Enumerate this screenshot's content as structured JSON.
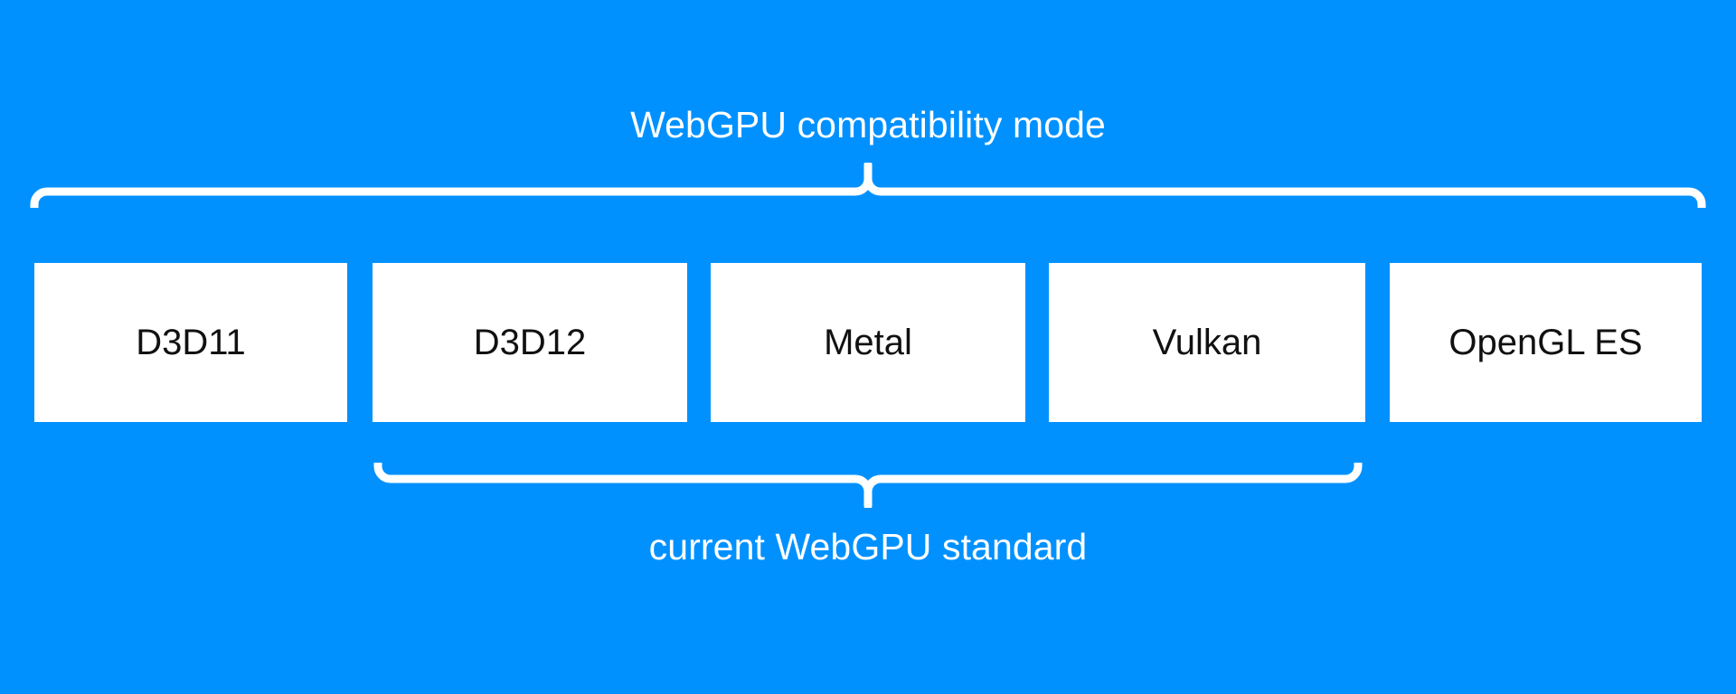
{
  "diagram": {
    "background_color": "#0091ff",
    "box_fill_color": "#ffffff",
    "box_text_color": "#111111",
    "brace_color": "#ffffff",
    "top_group": {
      "label": "WebGPU compatibility mode",
      "spans": [
        "D3D11",
        "D3D12",
        "Metal",
        "Vulkan",
        "OpenGL ES"
      ]
    },
    "bottom_group": {
      "label": "current WebGPU standard",
      "spans": [
        "D3D12",
        "Metal",
        "Vulkan"
      ]
    },
    "boxes": [
      {
        "label": "D3D11"
      },
      {
        "label": "D3D12"
      },
      {
        "label": "Metal"
      },
      {
        "label": "Vulkan"
      },
      {
        "label": "OpenGL ES"
      }
    ]
  }
}
